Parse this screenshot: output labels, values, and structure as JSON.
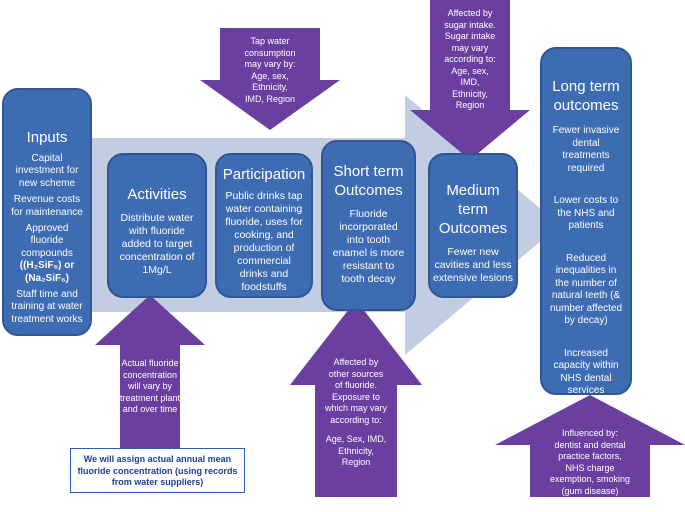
{
  "colors": {
    "box": "#3d6cb3",
    "box_border": "#2f5793",
    "arrow": "#6b3fa0",
    "band": "#c3cde2"
  },
  "inputs": {
    "title": "Inputs",
    "lines": [
      "Capital",
      "investment for",
      "new scheme",
      "Revenue costs",
      "for maintenance",
      "Approved",
      "fluoride",
      "compounds",
      "((H₂SiF₆) or",
      "(Na₂SiF₆)",
      "Staff time and",
      "training at water",
      "treatment works"
    ]
  },
  "activities": {
    "title": "Activities",
    "lines": [
      "Distribute water",
      "with fluoride",
      "added to target",
      "concentration of",
      "1Mg/L"
    ]
  },
  "participation": {
    "title": "Participation",
    "lines": [
      "Public drinks tap",
      "water containing",
      "fluoride, uses for",
      "cooking, and",
      "production of",
      "commercial",
      "drinks and",
      "foodstuffs"
    ]
  },
  "short_term": {
    "title_lines": [
      "Short term",
      "Outcomes"
    ],
    "lines": [
      "Fluoride",
      "incorporated",
      "into tooth",
      "enamel is more",
      "resistant to",
      "tooth decay"
    ]
  },
  "medium_term": {
    "title_lines": [
      "Medium",
      "term",
      "Outcomes"
    ],
    "lines": [
      "Fewer new",
      "cavities and less",
      "extensive lesions"
    ]
  },
  "long_term": {
    "title_lines": [
      "Long term",
      "outcomes"
    ],
    "group1": [
      "Fewer invasive",
      "dental",
      "treatments",
      "required"
    ],
    "group2": [
      "Lower costs to",
      "the NHS and",
      "patients"
    ],
    "group3": [
      "Reduced",
      "inequalities in",
      "the number of",
      "natural teeth (&",
      "number affected",
      "by decay)"
    ],
    "group4": [
      "Increased",
      "capacity within",
      "NHS dental",
      "services"
    ]
  },
  "arrows": {
    "participation_down": [
      "Tap water",
      "consumption",
      "may vary by:",
      "Age, sex,",
      "Ethnicity,",
      "IMD, Region"
    ],
    "medium_down": [
      "Affected by",
      "sugar intake.",
      "Sugar intake",
      "may vary",
      "according to:",
      "Age, sex,",
      "IMD,",
      "Ethnicity,",
      "Region"
    ],
    "activities_up": [
      "Actual fluoride",
      "concentration",
      "will vary by",
      "treatment plant",
      "and over time"
    ],
    "short_up": [
      "Affected by",
      "other sources",
      "of fluoride.",
      "Exposure to",
      "which may vary",
      "according to:",
      "Age, Sex, IMD,",
      "Ethnicity,",
      "Region"
    ],
    "long_up": [
      "Influenced by:",
      "dentist and dental",
      "practice factors,",
      "NHS charge",
      "exemption, smoking",
      "(gum disease)"
    ]
  },
  "note": [
    "We will assign actual annual mean",
    "fluoride concentration (using records",
    "from water suppliers)"
  ]
}
